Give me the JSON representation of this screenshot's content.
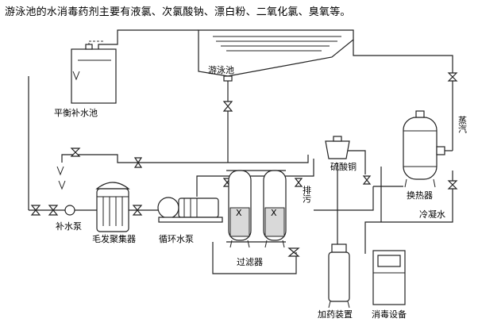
{
  "intro_text": "游泳池的水消毒药剂主要有液氯、次氯酸钠、漂白粉、二氧化氯、臭氧等。",
  "labels": {
    "pool": "游泳池",
    "balance_tank": "平衡补水池",
    "makeup_pump": "补水泵",
    "hair_filter": "毛发聚集器",
    "circ_pump": "循环水泵",
    "filter": "过滤器",
    "copper_sulfate": "硫酸铜",
    "drain": "排污",
    "heat_exchanger": "换热器",
    "steam": "蒸汽",
    "condensate": "冷凝水",
    "dosing_device": "加药装置",
    "disinfection_equipment": "消毒设备",
    "filter_mark_x1": "X",
    "filter_mark_x2": "X"
  },
  "colors": {
    "line": "#222222",
    "background": "#ffffff"
  }
}
